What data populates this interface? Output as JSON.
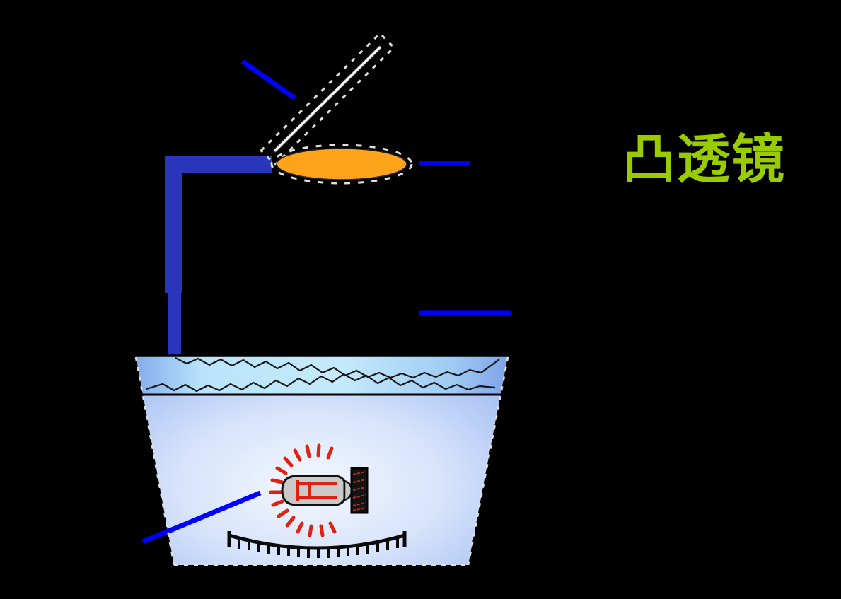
{
  "scene": {
    "background_color": "#000000",
    "label": {
      "text": "凸透镜"
    },
    "components": {
      "plane_mirror": "plane-mirror (hatched tilted board above lens)",
      "convex_lens": "convex-lens (orange ellipse with dashed marquee)",
      "support_stand": "stand-bracket (blue L-shaped rod)",
      "water_basin": "water-basin (trapezoid tub with rippled water surface)",
      "light_bulb": "light-bulb (submerged bulb with red filament and screw base)",
      "light_rays": "red dashed rays radiating from bulb",
      "comb_holder": "curved comb-like holder at basin bottom",
      "pointer_lines": "four blue leader/pointer lines"
    }
  },
  "colors": {
    "background": "#000000",
    "pointer-blue": "#0000FF",
    "stand-blue": "#2936BC",
    "lens-orange": "#FFA41A",
    "label-green": "#99CC00",
    "marquee-white": "#E0E0E0",
    "ray-red": "#E02010",
    "glass-gray": "#C9C9C9",
    "water-edge": "#96B5F0",
    "water-center": "#F4F8FF",
    "band-cyan": "#C4EAFB",
    "outline-black": "#111111"
  }
}
